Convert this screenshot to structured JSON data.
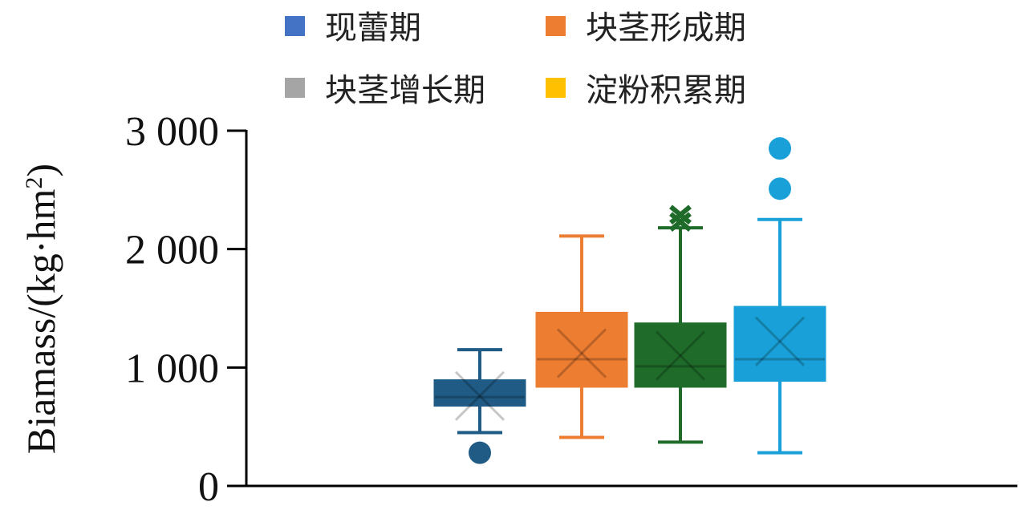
{
  "chart_data": {
    "type": "box",
    "ylabel": "Biamass/(kg·hm",
    "ylabel_sup": "2",
    "ylabel_close": ")",
    "ylim": [
      0,
      3000
    ],
    "yticks": [
      0,
      1000,
      2000,
      3000
    ],
    "ytick_labels": [
      "0",
      "1 000",
      "2 000",
      "3 000"
    ],
    "grid": false,
    "legend_position": "top",
    "series": [
      {
        "name": "现蕾期",
        "color": "#4472C4",
        "box_color": "#1F5B85",
        "min": 450,
        "q1": 680,
        "median": 750,
        "q3": 890,
        "max": 1150,
        "mean": 760,
        "outliers": [
          280
        ]
      },
      {
        "name": "块茎形成期",
        "color": "#ED7D31",
        "box_color": "#ED7D31",
        "min": 410,
        "q1": 840,
        "median": 1070,
        "q3": 1460,
        "max": 2110,
        "mean": 1120,
        "outliers": []
      },
      {
        "name": "块茎增长期",
        "color": "#A5A5A5",
        "box_color": "#1E6B2A",
        "min": 370,
        "q1": 840,
        "median": 1010,
        "q3": 1370,
        "max": 2180,
        "mean": 1100,
        "outliers": [
          2230,
          2290
        ]
      },
      {
        "name": "淀粉积累期",
        "color": "#FFC000",
        "box_color": "#1AA0D8",
        "min": 280,
        "q1": 890,
        "median": 1070,
        "q3": 1510,
        "max": 2250,
        "mean": 1220,
        "outliers": [
          2510,
          2850
        ]
      }
    ]
  }
}
